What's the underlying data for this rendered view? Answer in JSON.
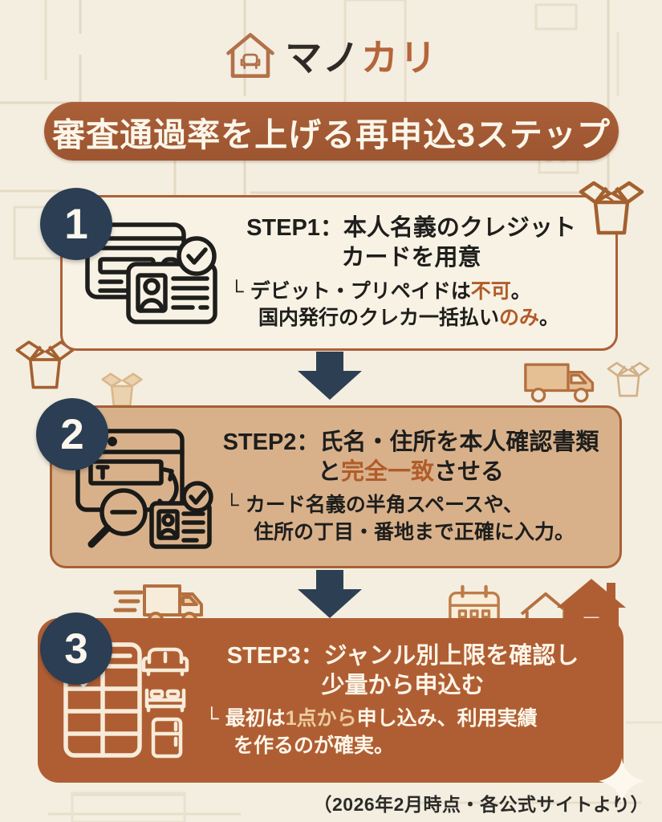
{
  "logo": {
    "icon": "house-armchair-icon",
    "brand_part1": "マノ",
    "brand_part2": "カリ"
  },
  "title_banner": {
    "text": "審査通過率を上げる再申込3ステップ"
  },
  "branch_glyph": "└",
  "steps": [
    {
      "number": "1",
      "icon": "credit-card-id-check-icon",
      "title_line1": "STEP1：本人名義のクレジット",
      "title_line2": {
        "pre": "カードを用意",
        "accent": "",
        "post": ""
      },
      "sub_line1": {
        "pre": "デビット・プリペイドは",
        "accent": "不可",
        "post": "。"
      },
      "sub_line2": {
        "pre": "国内発行のクレカ一括払い",
        "accent": "のみ",
        "post": "。"
      }
    },
    {
      "number": "2",
      "icon": "browser-search-id-check-icon",
      "title_line1": "STEP2：氏名・住所を本人確認書類",
      "title_line2": {
        "pre": "と",
        "accent": "完全一致",
        "post": "させる"
      },
      "sub_line1": {
        "pre": "カード名義の半角スペースや、",
        "accent": "",
        "post": ""
      },
      "sub_line2": {
        "pre": "住所の丁目・番地まで正確に入力。",
        "accent": "",
        "post": ""
      }
    },
    {
      "number": "3",
      "icon": "checklist-furniture-icon",
      "title_line1": "STEP3：ジャンル別上限を確認し",
      "title_line2": {
        "pre": "少量から申込む",
        "accent": "",
        "post": ""
      },
      "sub_line1": {
        "pre": "最初は",
        "accent": "1点から",
        "post": "申し込み、利用実績"
      },
      "sub_line2": {
        "pre": "を作るのが確実。",
        "accent": "",
        "post": ""
      }
    }
  ],
  "footer": {
    "note": "（2026年2月時点・各公式サイトより）"
  },
  "colors": {
    "background": "#f4eee1",
    "banner_rust": "#a35b33",
    "navy_arrow": "#2d4053",
    "circle_navy": "#2b3e53",
    "accent_orange": "#b05c2a",
    "step1_bg": "#f8f2e4",
    "step2_bg": "#d8b18b",
    "step3_bg": "#af5e33",
    "step3_accent": "#eccb9f",
    "ink": "#1e1e1c",
    "cream_text": "#fdf5e8"
  },
  "decorations": [
    "open-box-icon",
    "moving-box-icon",
    "truck-icon",
    "fast-truck-icon",
    "calendar-icon",
    "house-outline-icon",
    "house-filled-icon",
    "sparkle-icon"
  ]
}
